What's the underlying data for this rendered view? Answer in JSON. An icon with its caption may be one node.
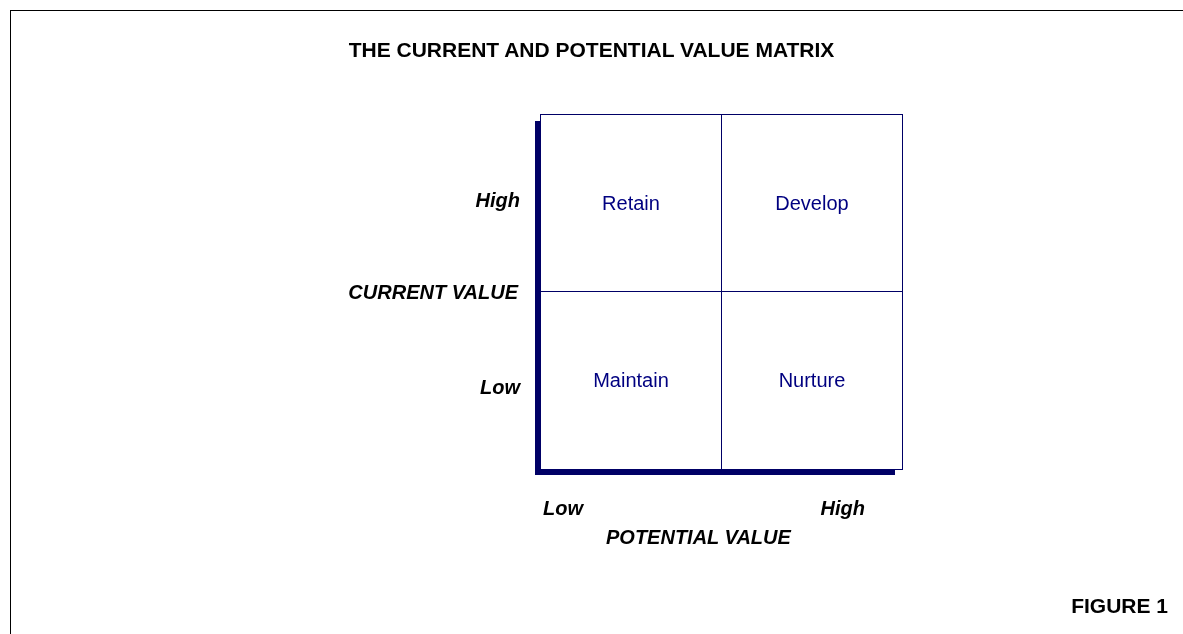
{
  "diagram": {
    "title": "THE CURRENT AND POTENTIAL VALUE MATRIX",
    "caption": "FIGURE 1",
    "nodes": [
      {
        "text": [
          "Retain"
        ]
      },
      {
        "text": [
          "Develop"
        ]
      },
      {
        "text": [
          "Maintain"
        ]
      },
      {
        "text": [
          "Nurture"
        ]
      }
    ],
    "labels": [
      "High",
      "CURRENT VALUE",
      "Low",
      "Low",
      "High",
      "POTENTIAL VALUE"
    ]
  }
}
